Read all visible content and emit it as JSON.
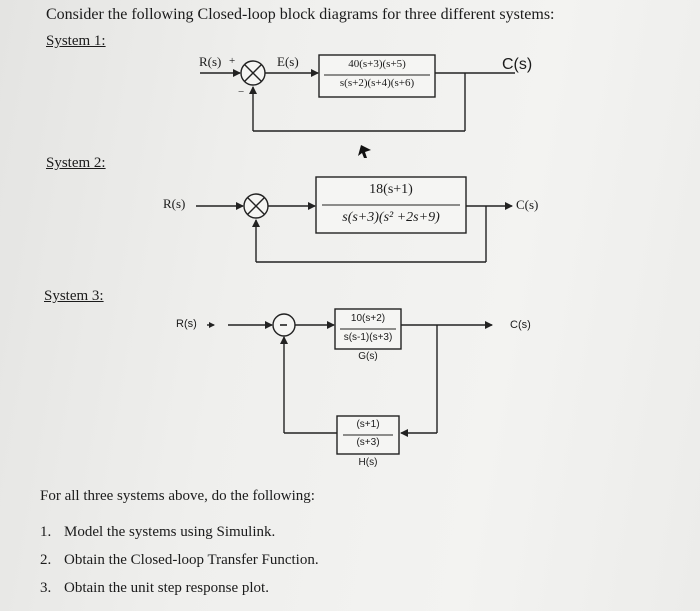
{
  "intro": "Consider the following Closed-loop block diagrams for three different systems:",
  "system1": {
    "label": "System 1:",
    "input": "R(s)",
    "plus": "+",
    "minus": "−",
    "error": "E(s)",
    "numerator": "40(s+3)(s+5)",
    "denominator": "s(s+2)(s+4)(s+6)",
    "output": "C(s)"
  },
  "system2": {
    "label": "System 2:",
    "input": "R(s)",
    "numerator": "18(s+1)",
    "denominator": "s(s+3)(s² +2s+9)",
    "output": "C(s)"
  },
  "system3": {
    "label": "System 3:",
    "input": "R(s)",
    "g_numerator": "10(s+2)",
    "g_denominator": "s(s-1)(s+3)",
    "g_name": "G(s)",
    "h_numerator": "(s+1)",
    "h_denominator": "(s+3)",
    "h_name": "H(s)",
    "output": "C(s)"
  },
  "instructions": "For all three systems above, do the following:",
  "tasks": [
    {
      "num": "1.",
      "text": "Model the systems using Simulink."
    },
    {
      "num": "2.",
      "text": "Obtain the Closed-loop Transfer Function."
    },
    {
      "num": "3.",
      "text": "Obtain the unit step response plot."
    }
  ]
}
